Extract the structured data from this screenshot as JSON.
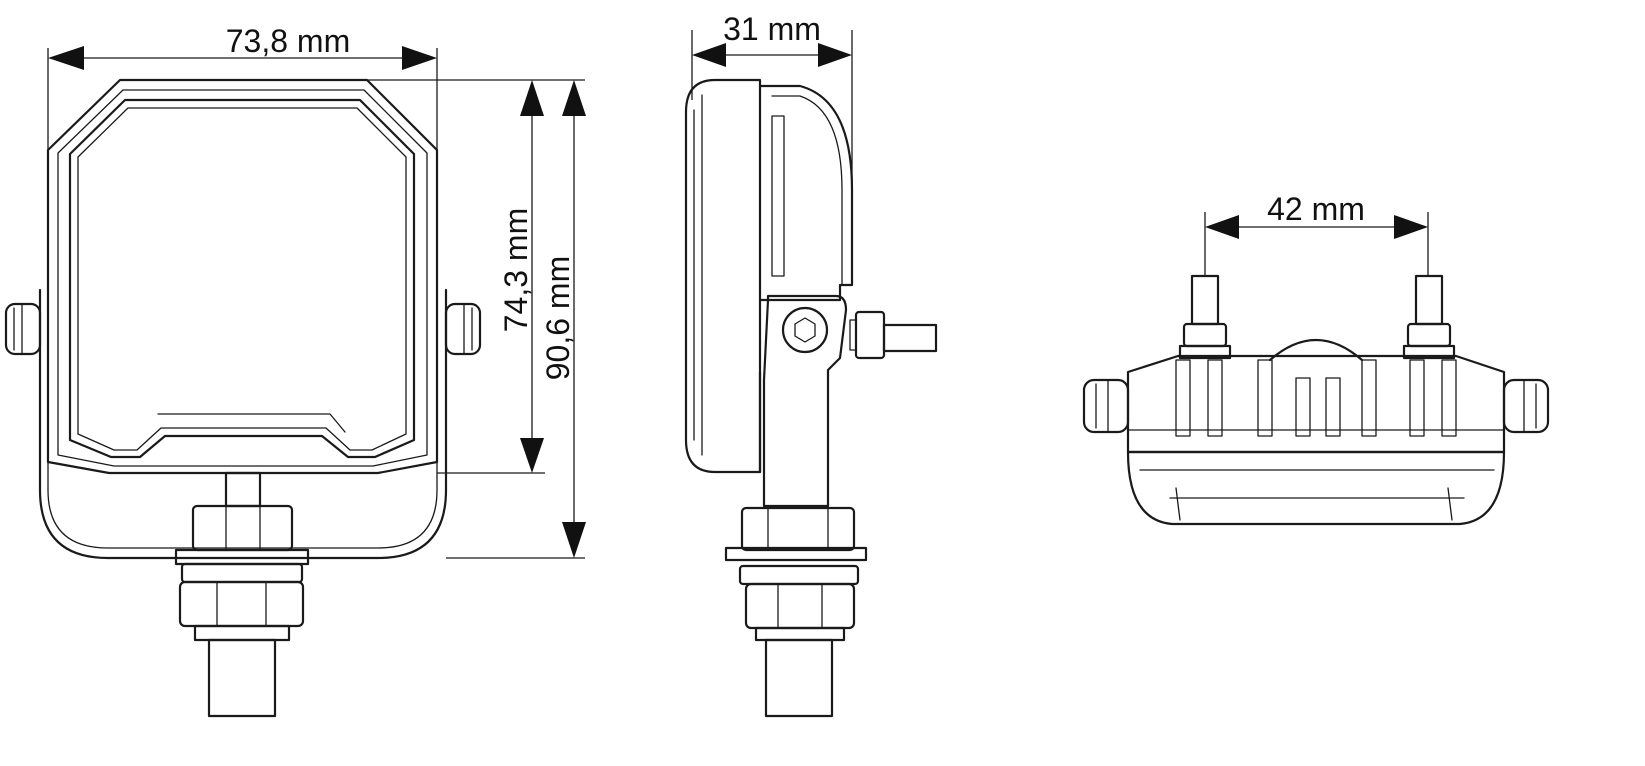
{
  "dimensions": {
    "width": "73,8  mm",
    "depth": "31  mm",
    "lens_height": "74,3  mm",
    "total_height": "90,6  mm",
    "bolt_spacing": "42  mm"
  },
  "views": [
    "front-view",
    "side-view",
    "top-view"
  ]
}
